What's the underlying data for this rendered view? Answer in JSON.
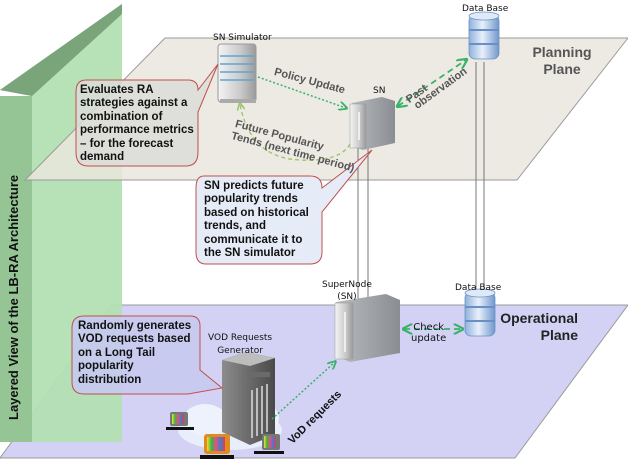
{
  "diagram": {
    "side_title": "Layered View of the LB-RA Architecture",
    "planes": {
      "planning": {
        "title_line1": "Planning",
        "title_line2": "Plane",
        "color": "#e9e6dd"
      },
      "operational": {
        "title_line1": "Operational",
        "title_line2": "Plane",
        "color": "#d3d2f5"
      }
    },
    "nodes": {
      "sn_simulator": "SN Simulator",
      "sn_planning": "SN",
      "db_planning": "Data Base",
      "supernode_line1": "SuperNode",
      "supernode_line2": "(SN)",
      "db_operational": "Data Base",
      "vod_gen_line1": "VOD Requests",
      "vod_gen_line2": "Generator"
    },
    "arrows": {
      "policy_update": "Policy Update",
      "future_pop_line1": "Future Popularity",
      "future_pop_line2": "Tends (next time period)",
      "past_obs_line1": "Past",
      "past_obs_line2": "observation",
      "check_update_line1": "Check",
      "check_update_line2": "update",
      "vod_requests": "VoD requests"
    },
    "callouts": {
      "simulator": [
        "Evaluates RA",
        "strategies against a",
        "combination of",
        "performance metrics",
        "– for the forecast",
        "demand"
      ],
      "sn_predict": [
        "SN predicts future",
        "popularity trends",
        "based on historical",
        "trends, and",
        "communicate it to",
        "the SN simulator"
      ],
      "generator": [
        "Randomly generates",
        "VOD requests based",
        "on a Long Tail",
        "popularity",
        "distribution"
      ]
    },
    "colors": {
      "side_green": "#b3dfb3",
      "side_green_dark": "#7aa57a",
      "arrow_green": "#3ab26a",
      "callout_border": "#c0504d"
    }
  }
}
